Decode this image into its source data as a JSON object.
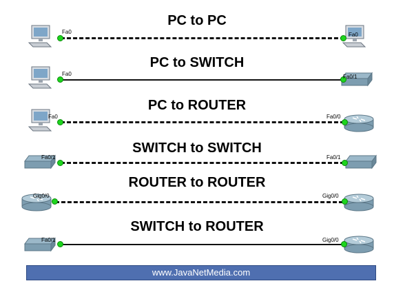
{
  "colors": {
    "link_up": "#1ed51e",
    "footer_bg": "#4f6fb0",
    "cable": "#111111"
  },
  "rows": [
    {
      "title": "PC to PC",
      "left_port": "Fa0",
      "right_port": "Fa0",
      "cable": "dashed",
      "left_device": "pc",
      "right_device": "pc"
    },
    {
      "title": "PC to SWITCH",
      "left_port": "Fa0",
      "right_port": "Fa0/1",
      "cable": "solid",
      "left_device": "pc",
      "right_device": "switch"
    },
    {
      "title": "PC to ROUTER",
      "left_port": "Fa0",
      "right_port": "Fa0/0",
      "cable": "dashed",
      "left_device": "pc",
      "right_device": "router"
    },
    {
      "title": "SWITCH to SWITCH",
      "left_port": "Fa0/1",
      "right_port": "Fa0/1",
      "cable": "dashed",
      "left_device": "switch",
      "right_device": "switch"
    },
    {
      "title": "ROUTER to ROUTER",
      "left_port": "Gig0/0",
      "right_port": "Gig0/0",
      "cable": "dashed",
      "left_device": "router",
      "right_device": "router"
    },
    {
      "title": "SWITCH to ROUTER",
      "left_port": "Fa0/1",
      "right_port": "Gig0/0",
      "cable": "solid",
      "left_device": "switch",
      "right_device": "router"
    }
  ],
  "footer": {
    "text": "www.JavaNetMedia.com"
  }
}
